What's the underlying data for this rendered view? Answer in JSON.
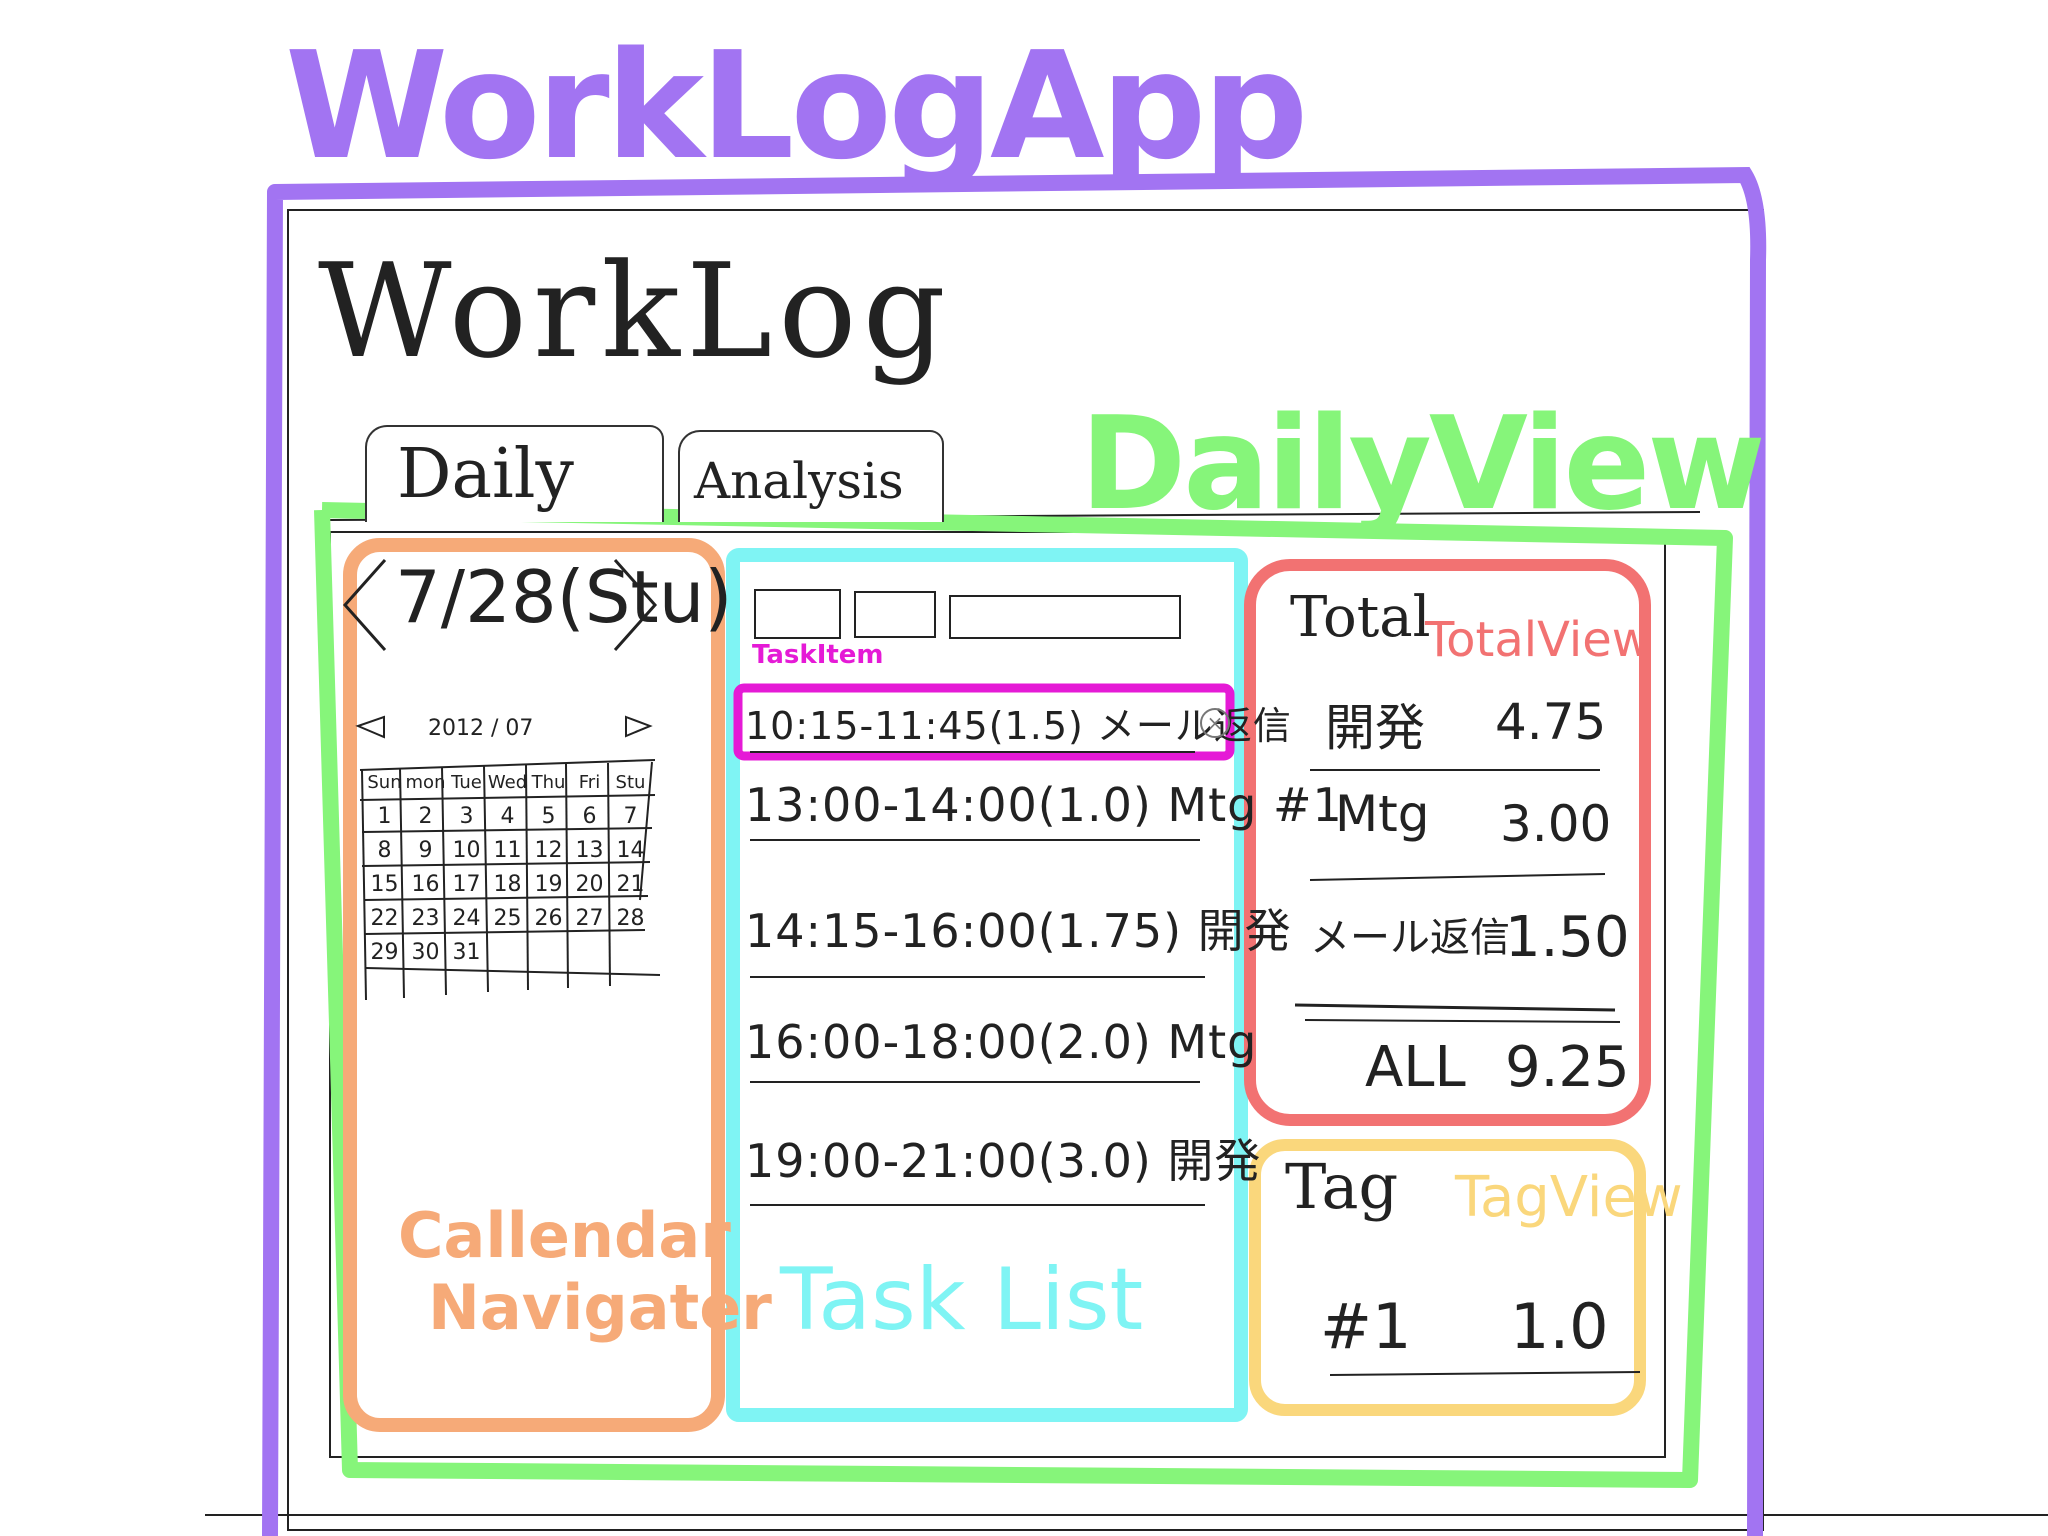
{
  "diagram_title": "WorkLogApp",
  "app": {
    "title": "WorkLog",
    "tabs": [
      "Daily",
      "Analysis"
    ]
  },
  "regions": {
    "daily_view": "DailyView",
    "calendar_navigator": [
      "Callendar",
      "Navigater"
    ],
    "task_list": "Task List",
    "task_item": "TaskItem",
    "total_view": "TotalView",
    "tag_view": "TagView"
  },
  "calendar": {
    "current_date": "7/28(Stu)",
    "month_label": "2012 / 07",
    "weekdays": [
      "Sun",
      "mon",
      "Tue",
      "Wed",
      "Thu",
      "Fri",
      "Stu"
    ],
    "weeks": [
      [
        "1",
        "2",
        "3",
        "4",
        "5",
        "6",
        "7"
      ],
      [
        "8",
        "9",
        "10",
        "11",
        "12",
        "13",
        "14"
      ],
      [
        "15",
        "16",
        "17",
        "18",
        "19",
        "20",
        "21"
      ],
      [
        "22",
        "23",
        "24",
        "25",
        "26",
        "27",
        "28"
      ],
      [
        "29",
        "30",
        "31",
        "",
        "",
        "",
        ""
      ]
    ]
  },
  "tasks": [
    "10:15-11:45(1.5) メール返信",
    "13:00-14:00(1.0) Mtg #1",
    "14:15-16:00(1.75) 開発",
    "16:00-18:00(2.0) Mtg",
    "19:00-21:00(3.0) 開発"
  ],
  "total": {
    "heading": "Total",
    "rows": [
      {
        "name": "開発",
        "value": "4.75"
      },
      {
        "name": "Mtg",
        "value": "3.00"
      },
      {
        "name": "メール返信",
        "value": "1.50"
      },
      {
        "name": "ALL",
        "value": "9.25"
      }
    ]
  },
  "tag": {
    "heading": "Tag",
    "rows": [
      {
        "name": "#1",
        "value": "1.0"
      }
    ]
  },
  "colors": {
    "app": "#a274f2",
    "daily_view": "#86f57a",
    "calendar": "#f6aa78",
    "task_list": "#7ff4f4",
    "task_item": "#e51ad6",
    "total_view": "#f27272",
    "tag_view": "#fad77c"
  }
}
